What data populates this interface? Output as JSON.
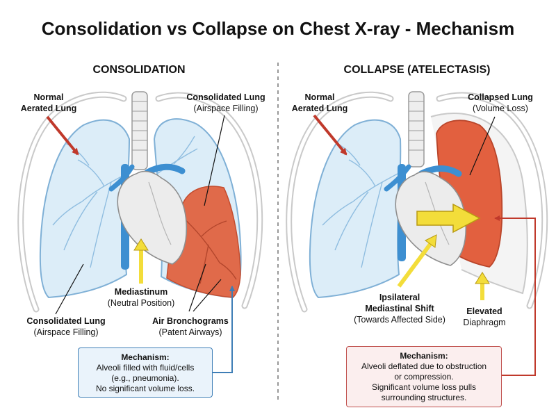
{
  "title": "Consolidation vs Collapse on Chest X-ray - Mechanism",
  "colors": {
    "healthy_lung": "#dcedf8",
    "consolidation": "#e06a4a",
    "collapse": "#e2603f",
    "vessel_blue": "#3d8fd1",
    "arrow_red": "#c0392b",
    "arrow_yellow": "#f3dd3a",
    "box_blue_border": "#3e7eb6",
    "box_red_border": "#c0504d"
  },
  "left_panel": {
    "heading": "CONSOLIDATION",
    "normal_label": {
      "line1": "Normal",
      "line2": "Aerated Lung"
    },
    "consolidated_top": {
      "line1": "Consolidated Lung",
      "line2": "(Airspace Filling)"
    },
    "mediastinum": {
      "line1": "Mediastinum",
      "line2": "(Neutral Position)"
    },
    "consolidated_bottom": {
      "line1": "Consolidated Lung",
      "line2": "(Airspace Filling)"
    },
    "air_bronchograms": {
      "line1": "Air Bronchograms",
      "line2": "(Patent Airways)"
    },
    "mechanism": {
      "heading": "Mechanism:",
      "line1": "Alveoli filled with fluid/cells",
      "line2": "(e.g., pneumonia).",
      "line3": "No significant volume loss."
    }
  },
  "right_panel": {
    "heading": "COLLAPSE (ATELECTASIS)",
    "normal_label": {
      "line1": "Normal",
      "line2": "Aerated Lung"
    },
    "collapsed": {
      "line1": "Collapsed Lung",
      "line2": "(Volume Loss)"
    },
    "shift": {
      "line1": "Ipsilateral",
      "line2": "Mediastinal Shift",
      "line3": "(Towards Affected Side)"
    },
    "diaphragm": {
      "line1": "Elevated",
      "line2": "Diaphragm"
    },
    "mechanism": {
      "heading": "Mechanism:",
      "line1": "Alveoli deflated due to obstruction",
      "line2": "or compression.",
      "line3": "Significant volume loss pulls",
      "line4": "surrounding structures."
    }
  }
}
